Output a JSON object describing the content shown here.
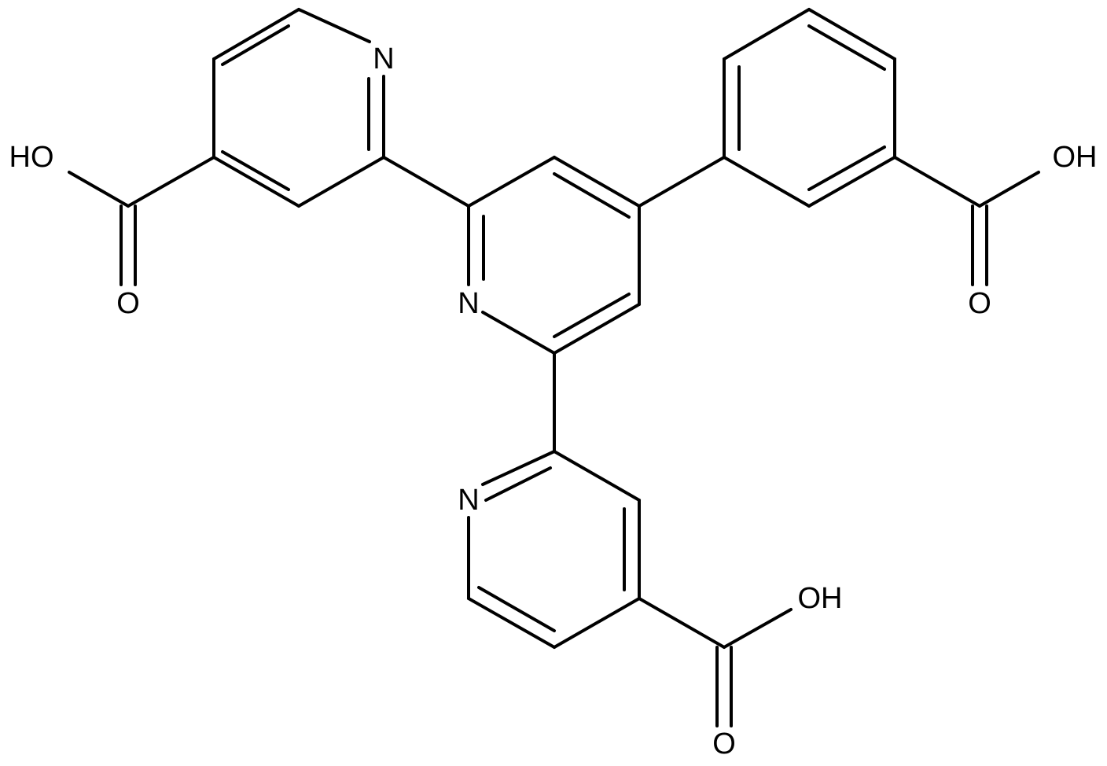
{
  "diagram": {
    "background_color": "#ffffff",
    "line_color": "#000000",
    "atom_labels": {
      "n_top_left_ring": "N",
      "n_central_ring": "N",
      "n_bottom_ring": "N",
      "oh_top_left": "HO",
      "o_top_left": "O",
      "oh_right": "OH",
      "o_right": "O",
      "oh_bottom": "OH",
      "o_bottom": "O"
    }
  }
}
